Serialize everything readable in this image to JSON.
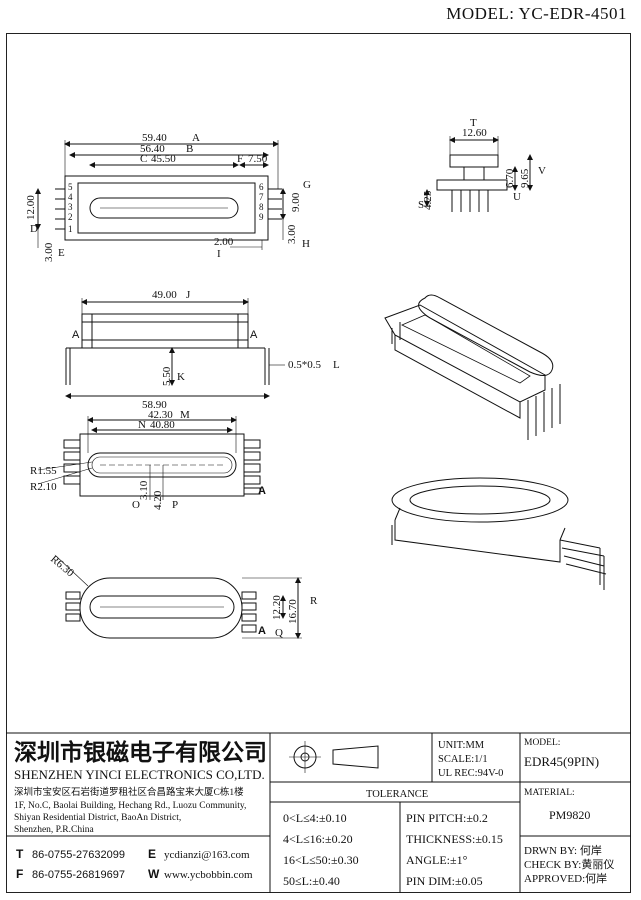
{
  "header": {
    "model": "MODEL: YC-EDR-4501"
  },
  "drawing": {
    "top_view": {
      "dims": [
        "59.40",
        "56.40",
        "45.50",
        "7.50",
        "12.00",
        "9.00",
        "3.00",
        "2.00",
        "3.00"
      ],
      "markers": [
        "A",
        "B",
        "C",
        "F",
        "G",
        "D",
        "E",
        "I",
        "H"
      ],
      "pins_left": [
        "5",
        "4",
        "3",
        "2",
        "1"
      ],
      "pins_right": [
        "6",
        "7",
        "8",
        "9"
      ]
    },
    "side_view": {
      "dims": [
        "12.60",
        "9.65",
        "6.70",
        "4.25"
      ],
      "markers": [
        "T",
        "V",
        "U",
        "S"
      ]
    },
    "front_view": {
      "dims": [
        "49.00",
        "5.50",
        "58.90",
        "0.5*0.5"
      ],
      "markers": [
        "J",
        "K",
        "L"
      ],
      "section": "A"
    },
    "bottom_view": {
      "dims": [
        "42.30",
        "40.80",
        "R1.55",
        "R2.10",
        "3.10",
        "4.20"
      ],
      "markers": [
        "M",
        "N",
        "O",
        "P"
      ],
      "label": "A"
    },
    "cap_view": {
      "dims": [
        "R6.30",
        "12.20",
        "16.70"
      ],
      "markers": [
        "Q",
        "R"
      ],
      "label": "A"
    }
  },
  "title_block": {
    "company_cn": "深圳市银磁电子有限公司",
    "company_en": "SHENZHEN YINCI ELECTRONICS CO,LTD.",
    "address_cn": "深圳市宝安区石岩街道罗租社区合昌路宝来大厦C栋1楼",
    "address_en": [
      "1F, No.C, Baolai Building, Hechang Rd., Luozu Community,",
      "Shiyan Residential District, BaoAn District,",
      "Shenzhen, P.R.China"
    ],
    "contacts": [
      {
        "key": "T",
        "value": "86-0755-27632099"
      },
      {
        "key": "F",
        "value": "86-0755-26819697"
      },
      {
        "key": "E",
        "value": "ycdianzi@163.com"
      },
      {
        "key": "W",
        "value": "www.ycbobbin.com"
      }
    ],
    "unit": "UNIT:MM",
    "scale": "SCALE:1/1",
    "ul_rec": "UL REC:94V-0",
    "model_label": "MODEL:",
    "model_value": "EDR45(9PIN)",
    "material_label": "MATERIAL:",
    "material_value": "PM9820",
    "tolerance_title": "TOLERANCE",
    "tolerances": [
      "0<L≤4:±0.10",
      "4<L≤16:±0.20",
      "16<L≤50:±0.30",
      "50≤L:±0.40"
    ],
    "specs": [
      "PIN PITCH:±0.2",
      "THICKNESS:±0.15",
      "ANGLE:±1°",
      "PIN DIM:±0.05"
    ],
    "drawn_by": "DRWN BY: 何岸",
    "check_by": "CHECK BY:黄丽仪",
    "approved": "APPROVED:何岸"
  },
  "colors": {
    "line": "#111111",
    "background": "#ffffff"
  }
}
